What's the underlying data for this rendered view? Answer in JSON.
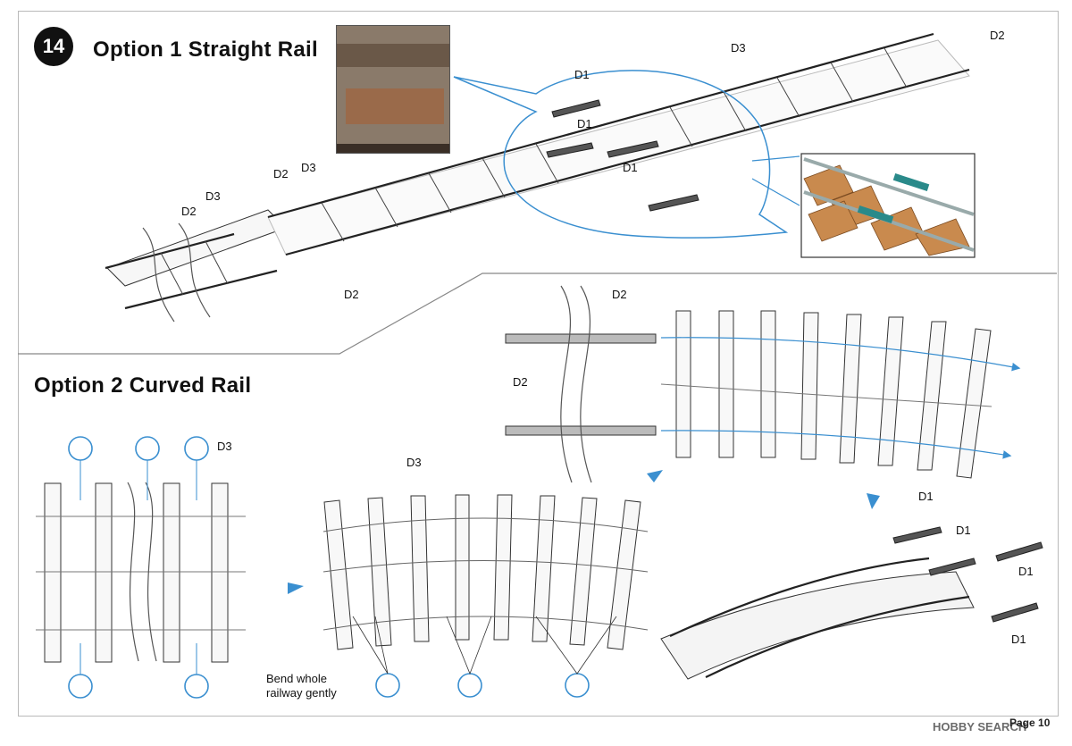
{
  "step": {
    "number": "14"
  },
  "option1": {
    "title": "Option 1  Straight Rail"
  },
  "option2": {
    "title": "Option 2  Curved Rail",
    "note_line1": "Bend whole",
    "note_line2": "railway gently"
  },
  "labels": {
    "d1": "D1",
    "d2": "D2",
    "d3": "D3"
  },
  "footer": {
    "page": "Page 10",
    "watermark": "HOBBY SEARCH"
  },
  "colors": {
    "accent": "#3a8fd0",
    "badge": "#111111",
    "wood": "#c98a4e"
  },
  "icons": [
    "pliers-icon",
    "clip-icon",
    "arrow-right-icon",
    "arrow-down-icon"
  ]
}
